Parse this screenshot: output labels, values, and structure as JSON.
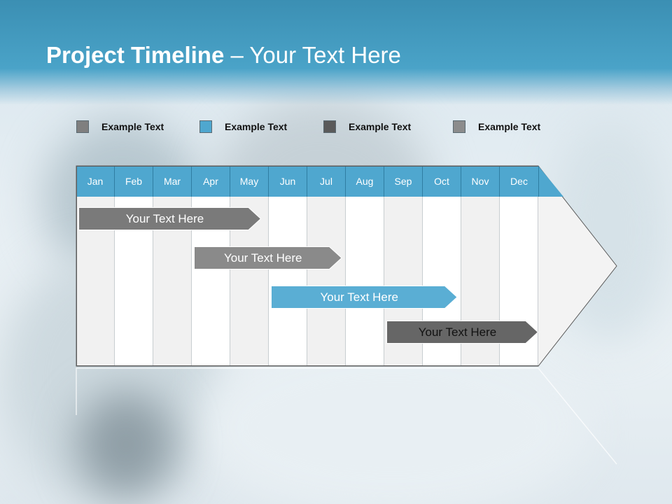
{
  "slide": {
    "title_bold": "Project Timeline",
    "title_rest": " – Your Text Here"
  },
  "legend": [
    {
      "label": "Example Text",
      "color": "#7f7f7f"
    },
    {
      "label": "Example Text",
      "color": "#4fa7cf"
    },
    {
      "label": "Example Text",
      "color": "#5a5a5a"
    },
    {
      "label": "Example Text",
      "color": "#8c8c8c"
    }
  ],
  "chart_data": {
    "type": "gantt",
    "months": [
      "Jan",
      "Feb",
      "Mar",
      "Apr",
      "May",
      "Jun",
      "Jul",
      "Aug",
      "Sep",
      "Oct",
      "Nov",
      "Dec"
    ],
    "tasks": [
      {
        "label": "Your  Text Here",
        "start": 1,
        "end": 4.8,
        "color": "#7a7a7a",
        "text_color": "#ffffff"
      },
      {
        "label": "Your  Text Here",
        "start": 4,
        "end": 6.9,
        "color": "#8a8a8a",
        "text_color": "#ffffff"
      },
      {
        "label": "Your  Text Here",
        "start": 6,
        "end": 9.9,
        "color": "#5aaed4",
        "text_color": "#ffffff"
      },
      {
        "label": "Your  Text Here",
        "start": 9,
        "end": 12,
        "color": "#666666",
        "text_color": "#111111"
      }
    ],
    "header_color": "#4fa7cf"
  }
}
